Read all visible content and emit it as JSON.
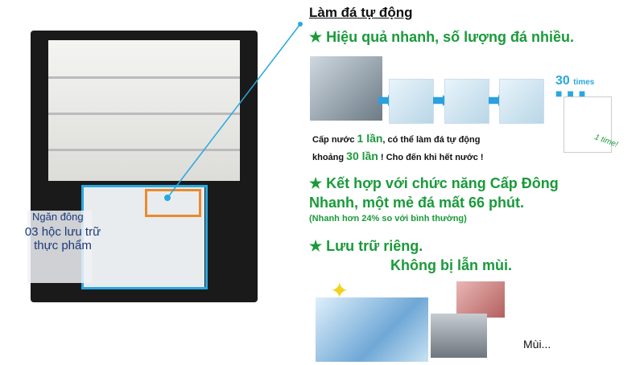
{
  "title": "Làm đá tự động",
  "feature1": "★ Hiệu quả nhanh, số lượng đá nhiều.",
  "caption": {
    "a": "Cấp nước ",
    "b": "1 lần",
    "c": ", có thể làm đá tự động",
    "d": "khoảng ",
    "e": "30 lần",
    "f": " ! Cho đến khi hết nước !"
  },
  "times30": "30",
  "times_word": "times",
  "one_time": "1 time!",
  "feature2_line1": "★ Kết hợp với chức năng Cấp Đông",
  "feature2_line2": "Nhanh, một mẻ đá mất 66 phút.",
  "feature2_note": "(Nhanh hơn 24% so với bình thường)",
  "feature3_line1": "★ Lưu trữ riêng.",
  "feature3_line2": "Không bị lẫn mùi.",
  "smell": "Mùi...",
  "freezer_label": "Ngăn đông",
  "freezer_desc": "03 hộc lưu trữ thực phẩm",
  "colors": {
    "green": "#1a9a3a",
    "blue": "#29a8e0",
    "orange": "#e98a2e",
    "navy": "#1b3a7a"
  }
}
